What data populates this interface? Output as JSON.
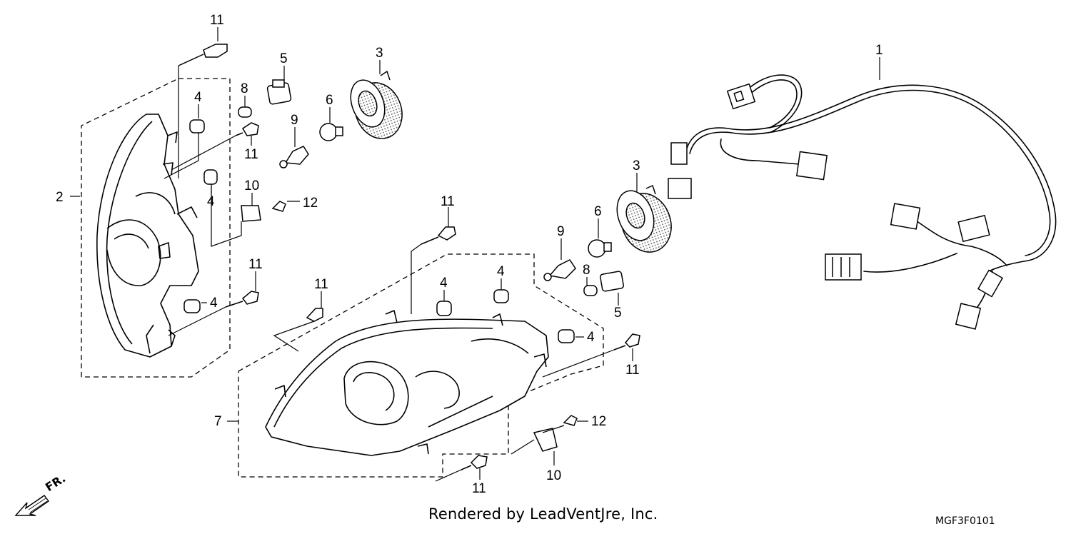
{
  "footer": {
    "credit": "Rendered by LeadVentJre, Inc.",
    "diagram_code": "MGF3F0101",
    "direction_label": "FR."
  },
  "callouts": {
    "c11_top": "11",
    "c5_top": "5",
    "c3_top": "3",
    "c8_top": "8",
    "c4_top": "4",
    "c6_top": "6",
    "c9_top": "9",
    "c11_mid": "11",
    "c2": "2",
    "c10_top": "10",
    "c4_mid": "4",
    "c12_top": "12",
    "c11_left_low": "11",
    "c4_left_low": "4",
    "c1": "1",
    "c3_right": "3",
    "c6_right": "6",
    "c9_right": "9",
    "c11_center_top": "11",
    "c11_center_left": "11",
    "c4_center_a": "4",
    "c4_center_b": "4",
    "c8_right": "8",
    "c5_right": "5",
    "c4_right": "4",
    "c11_right": "11",
    "c7": "7",
    "c12_bottom": "12",
    "c10_bottom": "10",
    "c11_bottom": "11"
  }
}
